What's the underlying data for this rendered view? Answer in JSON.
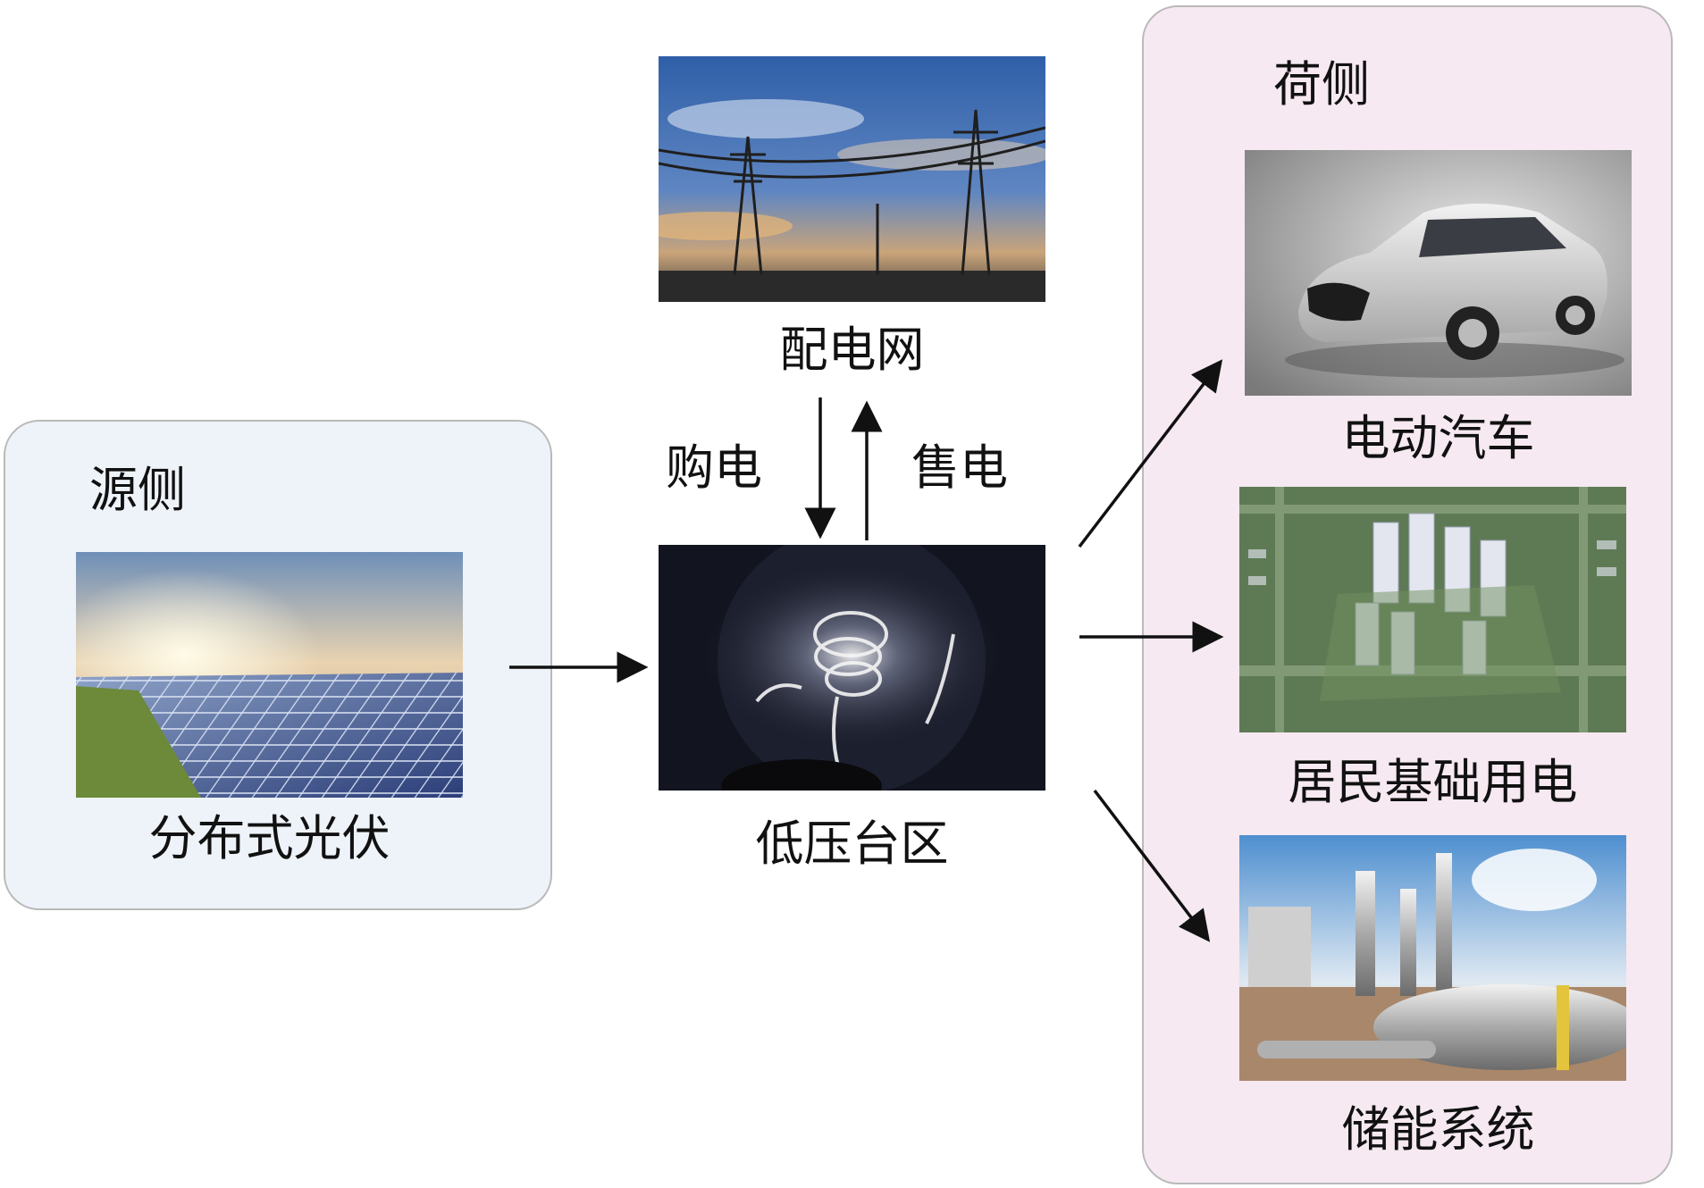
{
  "source": {
    "heading": "源侧",
    "pv_caption": "分布式光伏"
  },
  "center": {
    "grid_caption": "配电网",
    "buy_label": "购电",
    "sell_label": "售电",
    "district_caption": "低压台区"
  },
  "load": {
    "heading": "荷侧",
    "ev_caption": "电动汽车",
    "residential_caption": "居民基础用电",
    "storage_caption": "储能系统"
  },
  "colors": {
    "source_panel": "#eef3f9",
    "load_panel": "#f6e9f1",
    "panel_border": "#b9b9b9",
    "arrow": "#111111"
  }
}
